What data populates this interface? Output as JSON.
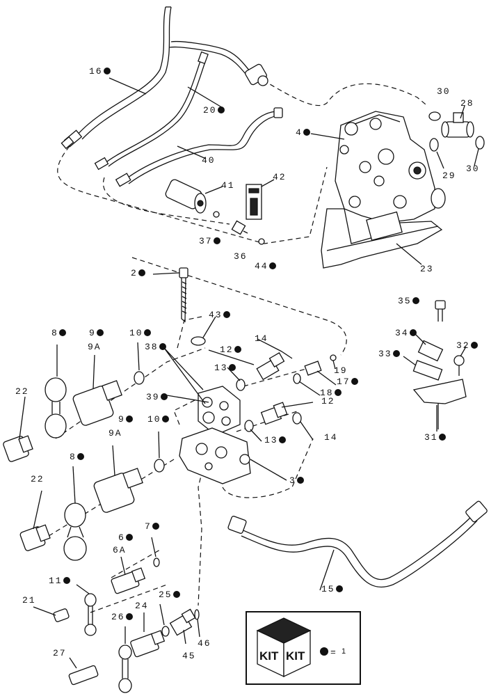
{
  "callouts": [
    {
      "id": "c16",
      "text": "16",
      "kit": true
    },
    {
      "id": "c20",
      "text": "20",
      "kit": true
    },
    {
      "id": "c30a",
      "text": "30",
      "kit": false
    },
    {
      "id": "c28",
      "text": "28",
      "kit": false
    },
    {
      "id": "c4",
      "text": "4",
      "kit": true
    },
    {
      "id": "c29",
      "text": "29",
      "kit": false
    },
    {
      "id": "c30b",
      "text": "30",
      "kit": false
    },
    {
      "id": "c40",
      "text": "40",
      "kit": false
    },
    {
      "id": "c41",
      "text": "41",
      "kit": false
    },
    {
      "id": "c42",
      "text": "42",
      "kit": false
    },
    {
      "id": "c37",
      "text": "37",
      "kit": true
    },
    {
      "id": "c36",
      "text": "36",
      "kit": false
    },
    {
      "id": "c44",
      "text": "44",
      "kit": true
    },
    {
      "id": "c23",
      "text": "23",
      "kit": false
    },
    {
      "id": "c2",
      "text": "2",
      "kit": true
    },
    {
      "id": "c35",
      "text": "35",
      "kit": true
    },
    {
      "id": "c43",
      "text": "43",
      "kit": true
    },
    {
      "id": "c34",
      "text": "34",
      "kit": true
    },
    {
      "id": "c32",
      "text": "32",
      "kit": true
    },
    {
      "id": "c8a",
      "text": "8",
      "kit": true
    },
    {
      "id": "c9a",
      "text": "9",
      "kit": true
    },
    {
      "id": "c9A1",
      "text": "9A",
      "kit": false
    },
    {
      "id": "c10a",
      "text": "10",
      "kit": true
    },
    {
      "id": "c38",
      "text": "38",
      "kit": true
    },
    {
      "id": "c14a",
      "text": "14",
      "kit": false
    },
    {
      "id": "c12a",
      "text": "12",
      "kit": true
    },
    {
      "id": "c33",
      "text": "33",
      "kit": true
    },
    {
      "id": "c13a",
      "text": "13",
      "kit": true
    },
    {
      "id": "c19",
      "text": "19",
      "kit": false
    },
    {
      "id": "c17",
      "text": "17",
      "kit": true
    },
    {
      "id": "c18",
      "text": "18",
      "kit": true
    },
    {
      "id": "c22a",
      "text": "22",
      "kit": false
    },
    {
      "id": "c39",
      "text": "39",
      "kit": true
    },
    {
      "id": "c12b",
      "text": "12",
      "kit": false
    },
    {
      "id": "c9b",
      "text": "9",
      "kit": true
    },
    {
      "id": "c9A2",
      "text": "9A",
      "kit": false
    },
    {
      "id": "c10b",
      "text": "10",
      "kit": true
    },
    {
      "id": "c14b",
      "text": "14",
      "kit": false
    },
    {
      "id": "c13b",
      "text": "13",
      "kit": true
    },
    {
      "id": "c31",
      "text": "31",
      "kit": true
    },
    {
      "id": "c8b",
      "text": "8",
      "kit": true
    },
    {
      "id": "c3",
      "text": "3",
      "kit": true
    },
    {
      "id": "c22b",
      "text": "22",
      "kit": false
    },
    {
      "id": "c7",
      "text": "7",
      "kit": true
    },
    {
      "id": "c6",
      "text": "6",
      "kit": true
    },
    {
      "id": "c6A",
      "text": "6A",
      "kit": false
    },
    {
      "id": "c11",
      "text": "11",
      "kit": true
    },
    {
      "id": "c15",
      "text": "15",
      "kit": true
    },
    {
      "id": "c21",
      "text": "21",
      "kit": false
    },
    {
      "id": "c25",
      "text": "25",
      "kit": true
    },
    {
      "id": "c26",
      "text": "26",
      "kit": true
    },
    {
      "id": "c24",
      "text": "24",
      "kit": false
    },
    {
      "id": "c46",
      "text": "46",
      "kit": false
    },
    {
      "id": "c45",
      "text": "45",
      "kit": false
    },
    {
      "id": "c27",
      "text": "27",
      "kit": false
    }
  ],
  "legend": {
    "box_left": "KIT",
    "box_right": "KIT",
    "equals": "=",
    "note": "1"
  }
}
